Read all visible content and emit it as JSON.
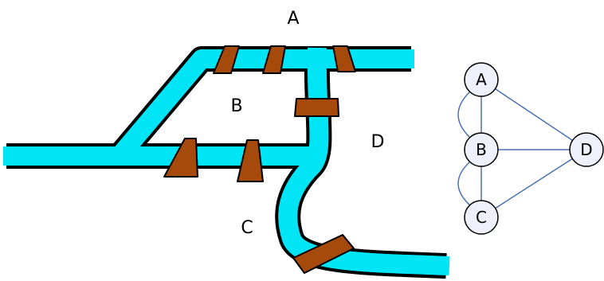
{
  "map": {
    "regions": [
      {
        "id": "A",
        "label": "A"
      },
      {
        "id": "B",
        "label": "B"
      },
      {
        "id": "C",
        "label": "C"
      },
      {
        "id": "D",
        "label": "D"
      }
    ]
  },
  "graph": {
    "nodes": [
      {
        "id": "A",
        "label": "A"
      },
      {
        "id": "B",
        "label": "B"
      },
      {
        "id": "C",
        "label": "C"
      },
      {
        "id": "D",
        "label": "D"
      }
    ],
    "edges": [
      {
        "from": "A",
        "to": "B",
        "kind": "curved"
      },
      {
        "from": "A",
        "to": "B",
        "kind": "straight"
      },
      {
        "from": "B",
        "to": "C",
        "kind": "curved"
      },
      {
        "from": "B",
        "to": "C",
        "kind": "straight"
      },
      {
        "from": "A",
        "to": "D",
        "kind": "straight"
      },
      {
        "from": "B",
        "to": "D",
        "kind": "straight"
      },
      {
        "from": "C",
        "to": "D",
        "kind": "straight"
      }
    ]
  },
  "colors": {
    "river": "#00e5f5",
    "outline": "#000000",
    "bridge": "#a64a0c",
    "node_fill": "#eef0fb",
    "edge": "#4a72b0"
  }
}
